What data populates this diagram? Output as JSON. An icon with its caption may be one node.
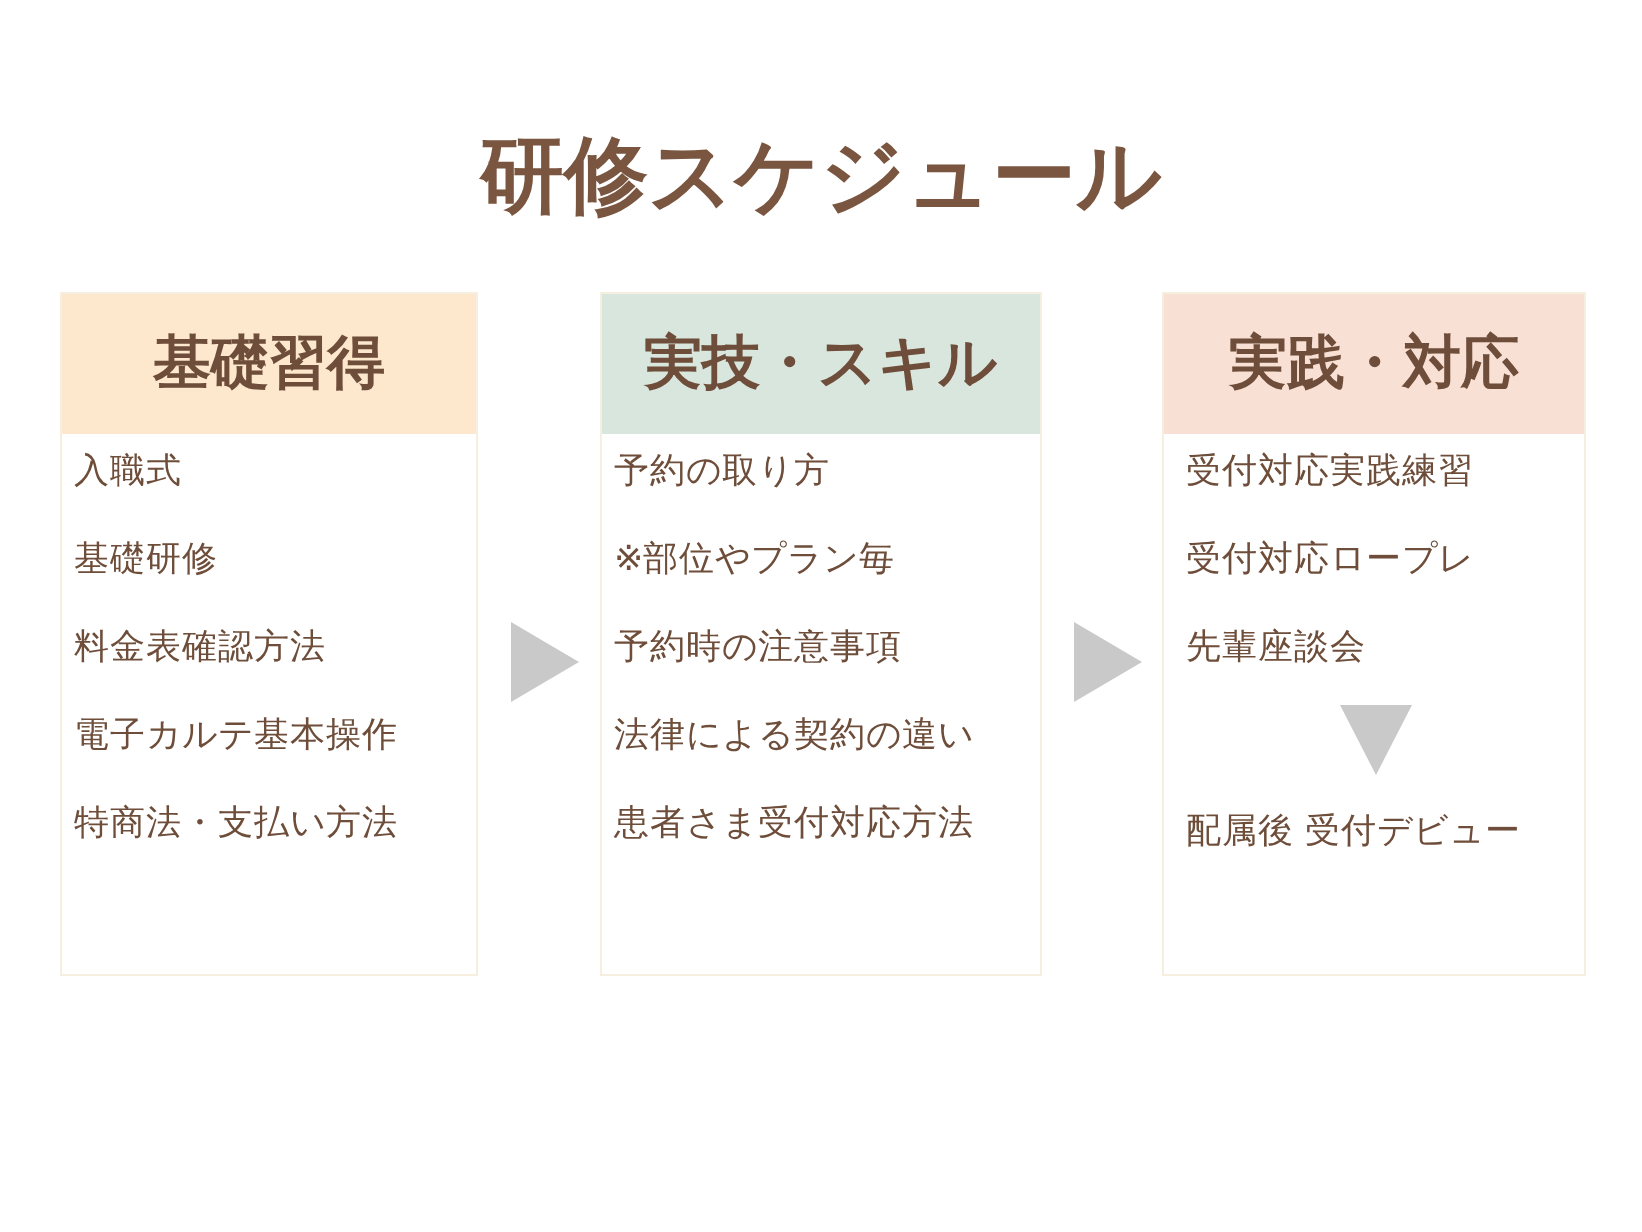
{
  "diagram": {
    "title": "研修スケジュール",
    "nodes": [
      {
        "text": [
          "基礎習得",
          "入職式",
          "基礎研修",
          "料金表確認方法",
          "電子カルテ基本操作",
          "特商法・支払い方法"
        ]
      },
      {
        "text": [
          "実技・スキル",
          "予約の取り方",
          "※部位やプラン毎",
          "予約時の注意事項",
          "法律による契約の違い",
          "患者さま受付対応方法"
        ]
      },
      {
        "text": [
          "実践・対応",
          "受付対応実践練習",
          "受付対応ロープレ"
        ]
      },
      {
        "text": [
          "先輩座談会"
        ],
        "in": 2
      },
      {
        "text": [
          "配属後 受付デビュー"
        ],
        "in": 2
      }
    ],
    "edges": [
      {
        "from": 0,
        "to": 1,
        "arrow": "to"
      },
      {
        "from": 1,
        "to": 2,
        "arrow": "to"
      },
      {
        "from": 3,
        "to": 4,
        "arrow": "to"
      }
    ]
  }
}
